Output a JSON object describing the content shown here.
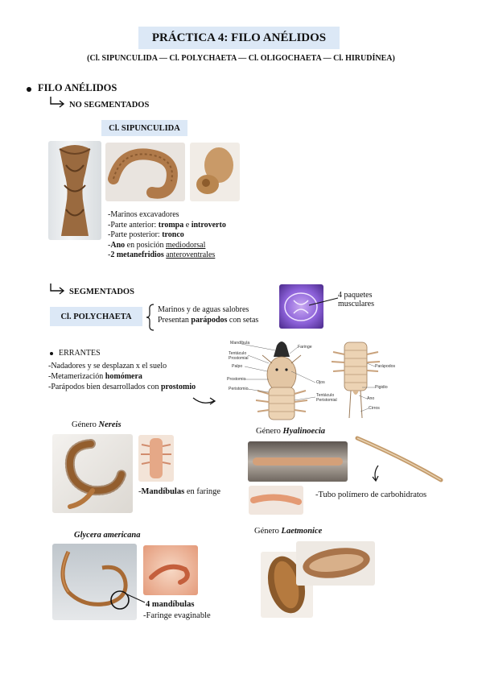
{
  "header": {
    "title": "PRÁCTICA 4: FILO ANÉLIDOS",
    "subtitle": "(Cl. SIPUNCULIDA — Cl. POLYCHAETA — Cl. OLIGOCHAETA — Cl. HIRUDÍNEA)"
  },
  "section1": {
    "heading": "FILO ANÉLIDOS",
    "no_segmentados": "NO SEGMENTADOS",
    "sipuncula_label": "Cl. SIPUNCULIDA",
    "notes": {
      "l1": "-Marinos excavadores",
      "l2_a": "-Parte anterior: ",
      "l2_b": "trompa",
      "l2_c": " e ",
      "l2_d": "introverto",
      "l3_a": "-Parte posterior: ",
      "l3_b": "tronco",
      "l4_a": "-",
      "l4_b": "Ano",
      "l4_c": " en posición ",
      "l4_d": "mediodorsal",
      "l5_a": "-",
      "l5_b": "2 metanefridios",
      "l5_c": " ",
      "l5_d": "anteroventrales"
    }
  },
  "section2": {
    "segmentados": "SEGMENTADOS",
    "polychaeta_label": "Cl. POLYCHAETA",
    "brace_l1": "Marinos y de aguas salobres",
    "brace_l2_a": "Presentan ",
    "brace_l2_b": "parápodos",
    "brace_l2_c": " con setas",
    "paquetes": "4 paquetes\nmusculares",
    "errantes": "ERRANTES",
    "err_l1": "-Nadadores y se desplazan x el suelo",
    "err_l2_a": "-Metamerización ",
    "err_l2_b": "homómera",
    "err_l3_a": "-Parápodos bien desarrollados con ",
    "err_l3_b": "prostomio",
    "diagram": {
      "mandibula": "Mandíbula",
      "faringe": "Faringe",
      "tentaculo_prost": "Tentáculo\nProstomial",
      "palpo": "Palpo",
      "prostomio": "Prostomio",
      "peristomio": "Peristomio",
      "ojos": "Ojos",
      "tentaculo_peri": "Tentáculo\nPeristomial",
      "parapodos": "Parápodos",
      "pigidio": "Pigidio",
      "ano": "Ano",
      "cirros": "Cirros"
    }
  },
  "genera": {
    "nereis_a": "Género ",
    "nereis_b": "Nereis",
    "nereis_note_a": "-",
    "nereis_note_b": "Mandíbulas",
    "nereis_note_c": " en faringe",
    "hyal_a": "Género ",
    "hyal_b": "Hyalinoecia",
    "hyal_note": "-Tubo polímero de carbohidratos",
    "glycera": "Glycera americana",
    "glycera_note_1": "4 mandíbulas",
    "glycera_note_2": "-Faringe evaginable",
    "laet_a": "Género ",
    "laet_b": "Laetmonice"
  }
}
